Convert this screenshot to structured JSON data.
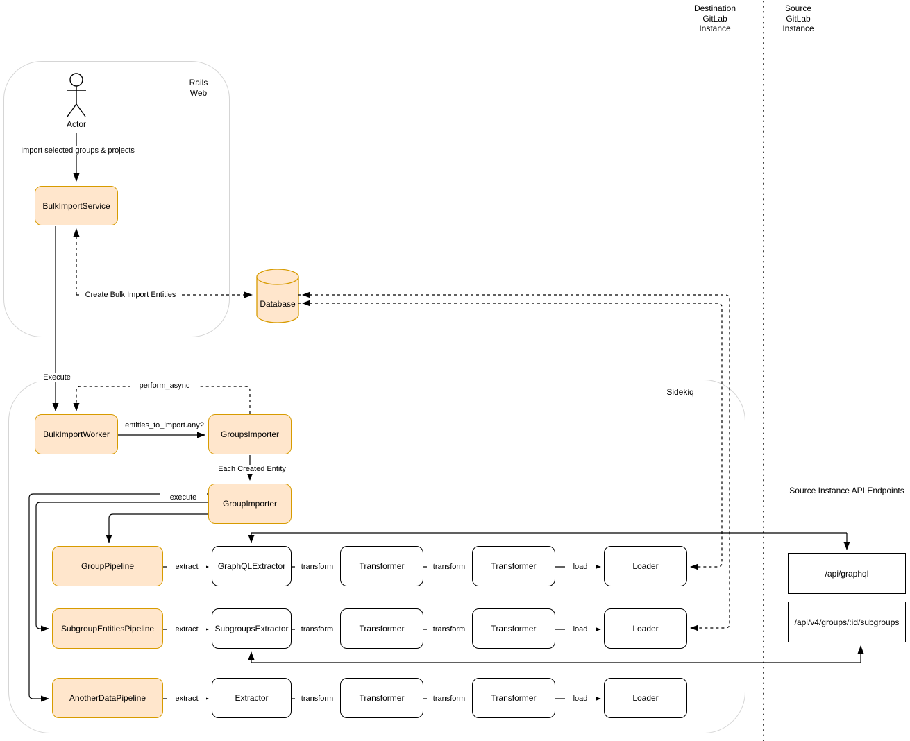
{
  "colors": {
    "node_fill": "#FFE6CC",
    "node_stroke": "#D79B00",
    "plain_fill": "#FFFFFF",
    "plain_stroke": "#000000",
    "container_stroke": "#D5D5D5",
    "line": "#000000"
  },
  "separator": {
    "destination_lines": [
      "Destination",
      "GitLab",
      "Instance"
    ],
    "source_lines": [
      "Source",
      "GitLab",
      "Instance"
    ]
  },
  "rails": {
    "label_lines": [
      "Rails",
      "Web"
    ],
    "actor": "Actor",
    "edge_import": "Import selected groups & projects",
    "service": "BulkImportService",
    "edge_create_entities": "Create Bulk Import Entities"
  },
  "database": {
    "label": "Database"
  },
  "sidekiq": {
    "label": "Sidekiq",
    "edge_execute": "Execute",
    "edge_perform_async": "perform_async",
    "worker": "BulkImportWorker",
    "edge_entities_any": "entities_to_import.any?",
    "groups_importer": "GroupsImporter",
    "edge_each_entity": "Each Created Entity",
    "group_importer": "GroupImporter",
    "edge_execute_loop": "execute",
    "pipelines": [
      {
        "pipeline": "GroupPipeline",
        "edge_extract": "extract",
        "extractor": "GraphQLExtractor",
        "edge_transform1": "transform",
        "transformer1": "Transformer",
        "edge_transform2": "transform",
        "transformer2": "Transformer",
        "edge_load": "load",
        "loader": "Loader"
      },
      {
        "pipeline": "SubgroupEntitiesPipeline",
        "edge_extract": "extract",
        "extractor": "SubgroupsExtractor",
        "edge_transform1": "transform",
        "transformer1": "Transformer",
        "edge_transform2": "transform",
        "transformer2": "Transformer",
        "edge_load": "load",
        "loader": "Loader"
      },
      {
        "pipeline": "AnotherDataPipeline",
        "edge_extract": "extract",
        "extractor": "Extractor",
        "edge_transform1": "transform",
        "transformer1": "Transformer",
        "edge_transform2": "transform",
        "transformer2": "Transformer",
        "edge_load": "load",
        "loader": "Loader"
      }
    ]
  },
  "api": {
    "title": "Source Instance API Endpoints",
    "endpoints": [
      "/api/graphql",
      "/api/v4/groups/:id/subgroups"
    ]
  }
}
